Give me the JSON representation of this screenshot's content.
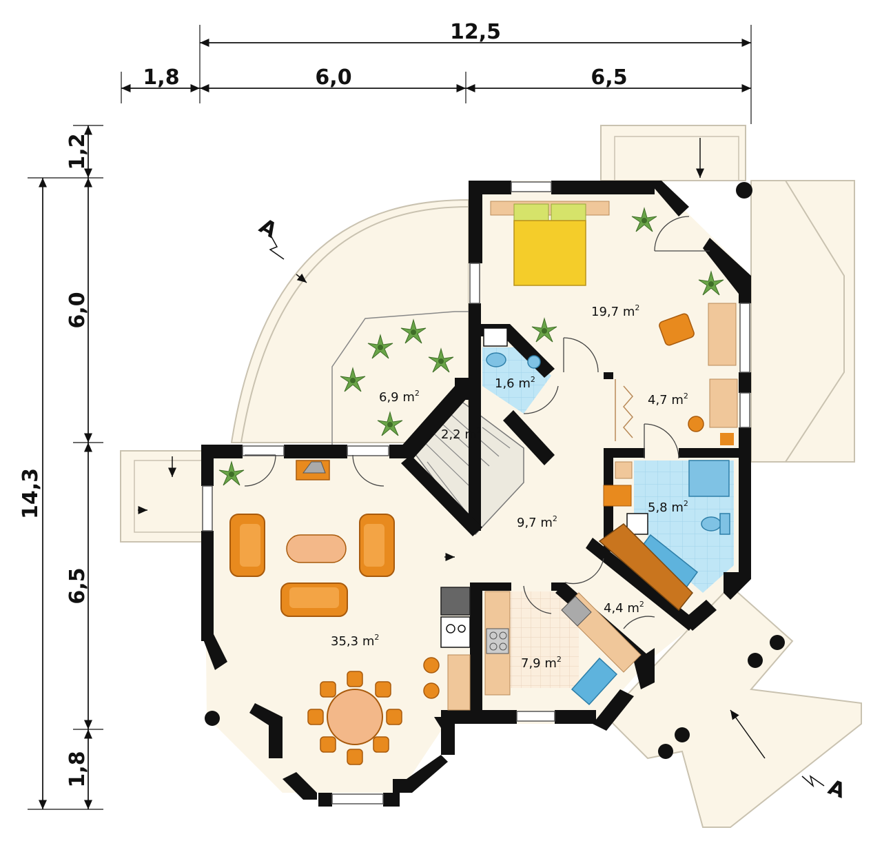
{
  "dimensions": {
    "overall_width": "12,5",
    "segments_top": [
      "1,8",
      "6,0",
      "6,5"
    ],
    "overall_height": "14,3",
    "segments_left": [
      "1,2",
      "6,0",
      "6,5",
      "1,8"
    ]
  },
  "section_marker": "A",
  "area_unit": "m",
  "area_unit_exp": "2",
  "rooms": [
    {
      "id": "bedroom",
      "area": "19,7"
    },
    {
      "id": "closet",
      "area": "4,7"
    },
    {
      "id": "bathroom",
      "area": "5,8"
    },
    {
      "id": "wc",
      "area": "1,6"
    },
    {
      "id": "winter-garden",
      "area": "6,9"
    },
    {
      "id": "staircase",
      "area": "2,2"
    },
    {
      "id": "hall",
      "area": "9,7"
    },
    {
      "id": "vestibule",
      "area": "4,4"
    },
    {
      "id": "kitchen",
      "area": "7,9"
    },
    {
      "id": "living-room",
      "area": "35,3"
    }
  ],
  "colors": {
    "wall": "#111111",
    "floor": "#fbf5e7",
    "bath_tile": "#bfe6f6",
    "furniture_orange": "#e88a1e",
    "bed_yellow": "#f4cd2a",
    "cabinet": "#f0c79a",
    "plant_green": "#4f8a33"
  }
}
